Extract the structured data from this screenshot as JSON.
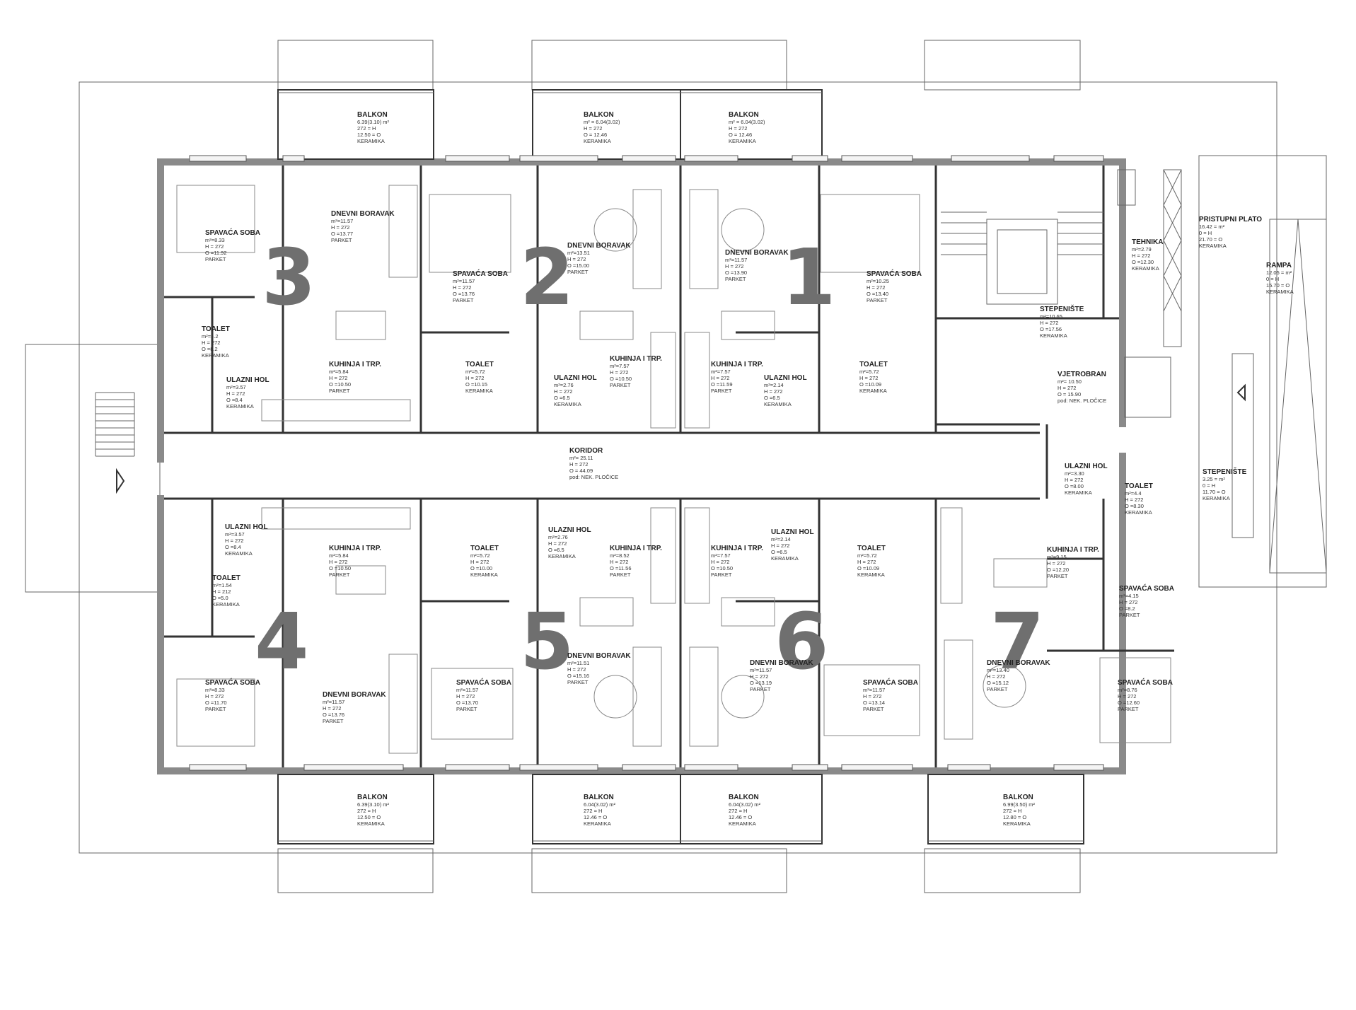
{
  "units": [
    {
      "id": "unit-1",
      "number": "1"
    },
    {
      "id": "unit-2",
      "number": "2"
    },
    {
      "id": "unit-3",
      "number": "3"
    },
    {
      "id": "unit-4",
      "number": "4"
    },
    {
      "id": "unit-5",
      "number": "5"
    },
    {
      "id": "unit-6",
      "number": "6"
    },
    {
      "id": "unit-7",
      "number": "7"
    }
  ],
  "rooms": {
    "balkon_3": {
      "title": "BALKON",
      "stats": [
        "6.39(3.10) m²",
        "272 = H",
        "12.50 = O",
        "KERAMIKA"
      ]
    },
    "balkon_2": {
      "title": "BALKON",
      "stats": [
        "m² = 6.04(3.02)",
        "H = 272",
        "O = 12.46",
        "KERAMIKA"
      ]
    },
    "balkon_1": {
      "title": "BALKON",
      "stats": [
        "m² = 6.04(3.02)",
        "H = 272",
        "O = 12.46",
        "KERAMIKA"
      ]
    },
    "balkon_4": {
      "title": "BALKON",
      "stats": [
        "6.39(3.10) m²",
        "272 = H",
        "12.50 = O",
        "KERAMIKA"
      ]
    },
    "balkon_5": {
      "title": "BALKON",
      "stats": [
        "6.04(3.02) m²",
        "272 = H",
        "12.46 = O",
        "KERAMIKA"
      ]
    },
    "balkon_6": {
      "title": "BALKON",
      "stats": [
        "6.04(3.02) m²",
        "272 = H",
        "12.46 = O",
        "KERAMIKA"
      ]
    },
    "balkon_7": {
      "title": "BALKON",
      "stats": [
        "6.99(3.50) m²",
        "272 = H",
        "12.80 = O",
        "KERAMIKA"
      ]
    },
    "dnevni_3": {
      "title": "DNEVNI BORAVAK",
      "stats": [
        "m²=11.57",
        "H = 272",
        "O =13.77",
        "PARKET"
      ]
    },
    "dnevni_2": {
      "title": "DNEVNI BORAVAK",
      "stats": [
        "m²=13.51",
        "H = 272",
        "O =15.00",
        "PARKET"
      ]
    },
    "dnevni_1": {
      "title": "DNEVNI BORAVAK",
      "stats": [
        "m²=11.57",
        "H = 272",
        "O =13.90",
        "PARKET"
      ]
    },
    "dnevni_4": {
      "title": "DNEVNI BORAVAK",
      "stats": [
        "m²=11.57",
        "H = 272",
        "O =13.76",
        "PARKET"
      ]
    },
    "dnevni_5": {
      "title": "DNEVNI BORAVAK",
      "stats": [
        "m²=11.51",
        "H = 272",
        "O =15.16",
        "PARKET"
      ]
    },
    "dnevni_6": {
      "title": "DNEVNI BORAVAK",
      "stats": [
        "m²=11.57",
        "H = 272",
        "O =13.19",
        "PARKET"
      ]
    },
    "dnevni_7": {
      "title": "DNEVNI BORAVAK",
      "stats": [
        "m²=13.40",
        "H = 272",
        "O =15.12",
        "PARKET"
      ]
    },
    "spavaca_3": {
      "title": "SPAVAĆA SOBA",
      "stats": [
        "m²=8.33",
        "H = 272",
        "O =11.92",
        "PARKET"
      ]
    },
    "spavaca_2": {
      "title": "SPAVAĆA SOBA",
      "stats": [
        "m²=11.57",
        "H = 272",
        "O =13.76",
        "PARKET"
      ]
    },
    "spavaca_1": {
      "title": "SPAVAĆA SOBA",
      "stats": [
        "m²=10.25",
        "H = 272",
        "O =13.40",
        "PARKET"
      ]
    },
    "spavaca_4": {
      "title": "SPAVAĆA SOBA",
      "stats": [
        "m²=8.33",
        "H = 272",
        "O =11.70",
        "PARKET"
      ]
    },
    "spavaca_5": {
      "title": "SPAVAĆA SOBA",
      "stats": [
        "m²=11.57",
        "H = 272",
        "O =13.70",
        "PARKET"
      ]
    },
    "spavaca_6": {
      "title": "SPAVAĆA SOBA",
      "stats": [
        "m²=11.57",
        "H = 272",
        "O =13.14",
        "PARKET"
      ]
    },
    "spavaca_7a": {
      "title": "SPAVAĆA SOBA",
      "stats": [
        "m²=4.15",
        "H = 272",
        "O =8.2",
        "PARKET"
      ]
    },
    "spavaca_7b": {
      "title": "SPAVAĆA SOBA",
      "stats": [
        "m²=8.76",
        "H = 272",
        "O =12.60",
        "PARKET"
      ]
    },
    "kuhinja_3": {
      "title": "KUHINJA I TRP.",
      "stats": [
        "m²=5.84",
        "H = 272",
        "O =10.50",
        "PARKET"
      ]
    },
    "kuhinja_2": {
      "title": "KUHINJA I TRP.",
      "stats": [
        "m²=7.57",
        "H = 272",
        "O =10.50",
        "PARKET"
      ]
    },
    "kuhinja_1": {
      "title": "KUHINJA I TRP.",
      "stats": [
        "m²=7.57",
        "H = 272",
        "O =11.59",
        "PARKET"
      ]
    },
    "kuhinja_4": {
      "title": "KUHINJA I TRP.",
      "stats": [
        "m²=5.84",
        "H = 272",
        "O =10.50",
        "PARKET"
      ]
    },
    "kuhinja_5": {
      "title": "KUHINJA I TRP.",
      "stats": [
        "m²=8.52",
        "H = 272",
        "O =11.56",
        "PARKET"
      ]
    },
    "kuhinja_6": {
      "title": "KUHINJA I TRP.",
      "stats": [
        "m²=7.57",
        "H = 272",
        "O =10.50",
        "PARKET"
      ]
    },
    "kuhinja_7": {
      "title": "KUHINJA I TRP.",
      "stats": [
        "m²=9.15",
        "H = 272",
        "O =12.20",
        "PARKET"
      ]
    },
    "toalet_3": {
      "title": "TOALET",
      "stats": [
        "m²=4.2",
        "H = 272",
        "O =8.2",
        "KERAMIKA"
      ]
    },
    "toalet_2": {
      "title": "TOALET",
      "stats": [
        "m²=5.72",
        "H = 272",
        "O =10.15",
        "KERAMIKA"
      ]
    },
    "toalet_1": {
      "title": "TOALET",
      "stats": [
        "m²=5.72",
        "H = 272",
        "O =10.09",
        "KERAMIKA"
      ]
    },
    "toalet_4": {
      "title": "TOALET",
      "stats": [
        "m²=1.54",
        "H = 212",
        "O =5.0",
        "KERAMIKA"
      ]
    },
    "toalet_5": {
      "title": "TOALET",
      "stats": [
        "m²=5.72",
        "H = 272",
        "O =10.00",
        "KERAMIKA"
      ]
    },
    "toalet_6": {
      "title": "TOALET",
      "stats": [
        "m²=5.72",
        "H = 272",
        "O =10.09",
        "KERAMIKA"
      ]
    },
    "toalet_7": {
      "title": "TOALET",
      "stats": [
        "m²=4.4",
        "H = 272",
        "O =8.30",
        "KERAMIKA"
      ]
    },
    "ulazni_3": {
      "title": "ULAZNI HOL",
      "stats": [
        "m²=3.57",
        "H = 272",
        "O =8.4",
        "KERAMIKA"
      ]
    },
    "ulazni_2": {
      "title": "ULAZNI HOL",
      "stats": [
        "m²=2.76",
        "H = 272",
        "O =6.5",
        "KERAMIKA"
      ]
    },
    "ulazni_1": {
      "title": "ULAZNI HOL",
      "stats": [
        "m²=2.14",
        "H = 272",
        "O =6.5",
        "KERAMIKA"
      ]
    },
    "ulazni_4": {
      "title": "ULAZNI HOL",
      "stats": [
        "m²=3.57",
        "H = 272",
        "O =8.4",
        "KERAMIKA"
      ]
    },
    "ulazni_5": {
      "title": "ULAZNI HOL",
      "stats": [
        "m²=2.76",
        "H = 272",
        "O =6.5",
        "KERAMIKA"
      ]
    },
    "ulazni_6": {
      "title": "ULAZNI HOL",
      "stats": [
        "m²=2.14",
        "H = 272",
        "O =6.5",
        "KERAMIKA"
      ]
    },
    "ulazni_7": {
      "title": "ULAZNI HOL",
      "stats": [
        "m²=3.30",
        "H = 272",
        "O =8.00",
        "KERAMIKA"
      ]
    },
    "koridor": {
      "title": "KORIDOR",
      "stats": [
        "m²= 25.11",
        "H = 272",
        "O = 44.09",
        "pod: NEK. PLOČICE"
      ]
    },
    "stepeniste_main": {
      "title": "STEPENIŠTE",
      "stats": [
        "m²=10.65",
        "H = 272",
        "O =17.56",
        "KERAMIKA"
      ]
    },
    "vjetrobran": {
      "title": "VJETROBRAN",
      "stats": [
        "m²= 10.50",
        "H = 272",
        "O = 15.90",
        "pod: NEK. PLOČICE"
      ]
    },
    "tehnika": {
      "title": "TEHNIKA",
      "stats": [
        "m²=2.79",
        "H = 272",
        "O =12.30",
        "KERAMIKA"
      ]
    },
    "pristupni": {
      "title": "PRISTUPNI PLATO",
      "stats": [
        "16.42 = m²",
        "0 = H",
        "21.70 = O",
        "KERAMIKA"
      ]
    },
    "rampa": {
      "title": "RAMPA",
      "stats": [
        "12.05 = m²",
        "0 = H",
        "15.70 = O",
        "KERAMIKA"
      ]
    },
    "stepeniste_ext": {
      "title": "STEPENIŠTE",
      "stats": [
        "3.25 = m²",
        "0 = H",
        "11.70 = O",
        "KERAMIKA"
      ]
    }
  }
}
